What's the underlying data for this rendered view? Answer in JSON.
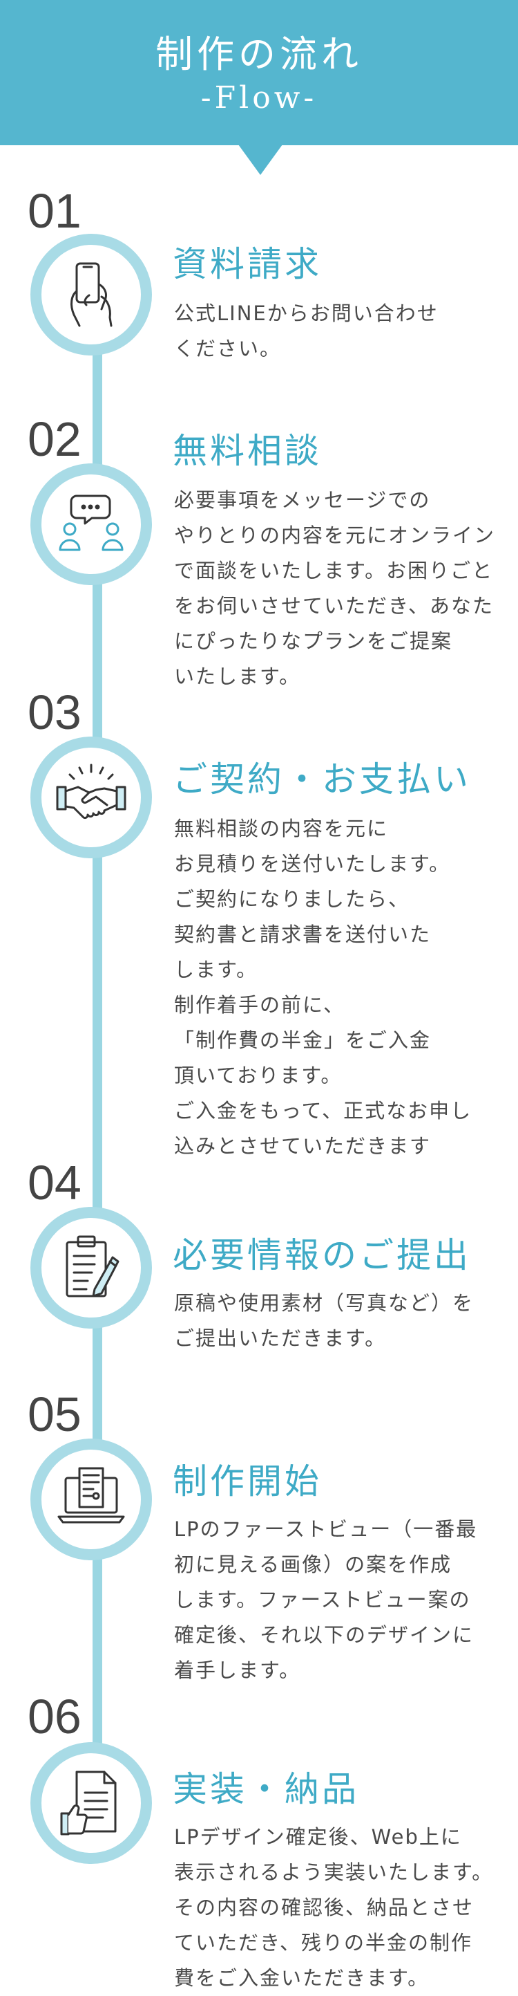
{
  "header": {
    "title": "制作の流れ",
    "subtitle": "-Flow-"
  },
  "steps": [
    {
      "number": "01",
      "title": "資料請求",
      "description": "公式LINEからお問い合わせ\nください。",
      "icon": "smartphone-hand-icon"
    },
    {
      "number": "02",
      "title": "無料相談",
      "description": "必要事項をメッセージでの\nやりとりの内容を元にオンライン\nで面談をいたします。お困りごと\nをお伺いさせていただき、あなた\nにぴったりなプランをご提案\nいたします。",
      "icon": "consultation-icon"
    },
    {
      "number": "03",
      "title": "ご契約・お支払い",
      "description": "無料相談の内容を元に\nお見積りを送付いたします。\nご契約になりましたら、\n契約書と請求書を送付いた\nします。\n制作着手の前に、\n「制作費の半金」をご入金\n頂いております。\nご入金をもって、正式なお申し\n込みとさせていただきます",
      "icon": "handshake-icon"
    },
    {
      "number": "04",
      "title": "必要情報のご提出",
      "description": "原稿や使用素材（写真など）を\nご提出いただきます。",
      "icon": "clipboard-pen-icon"
    },
    {
      "number": "05",
      "title": "制作開始",
      "description": "LPのファーストビュー（一番最\n初に見える画像）の案を作成\nします。ファーストビュー案の\n確定後、それ以下のデザインに\n着手します。",
      "icon": "laptop-document-icon"
    },
    {
      "number": "06",
      "title": "実装・納品",
      "description": "LPデザイン確定後、Web上に\n表示されるよう実装いたします。\nその内容の確認後、納品とさせ\nていただき、残りの半金の制作\n費をご入金いただきます。",
      "icon": "document-thumbsup-icon"
    }
  ]
}
